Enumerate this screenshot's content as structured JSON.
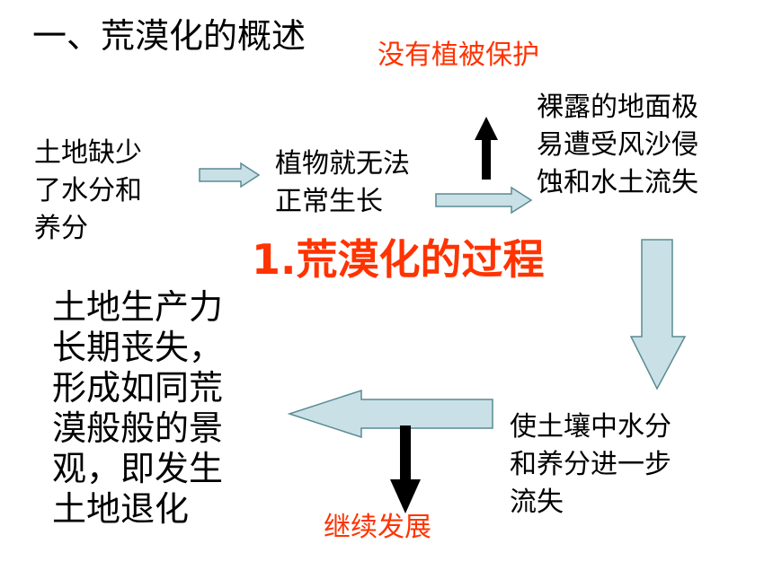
{
  "title": "一、荒漠化的概述",
  "center_heading": "1.荒漠化的过程",
  "note_up": "没有植被保护",
  "note_down": "继续发展",
  "steps": [
    "土地缺少\n了水分和\n养分",
    "植物就无法\n正常生长",
    "裸露的地面极\n易遭受风沙侵\n蚀和水土流失",
    "使土壤中水分\n和养分进一步\n流失",
    "土地生产力\n长期丧失，\n形成如同荒\n漠般般的景\n观，即发生\n土地退化"
  ],
  "colors": {
    "accent_red": "#ff3300",
    "arrow_fill": "#c8e0e6",
    "arrow_stroke": "#5a8a94",
    "black_arrow": "#000000"
  }
}
